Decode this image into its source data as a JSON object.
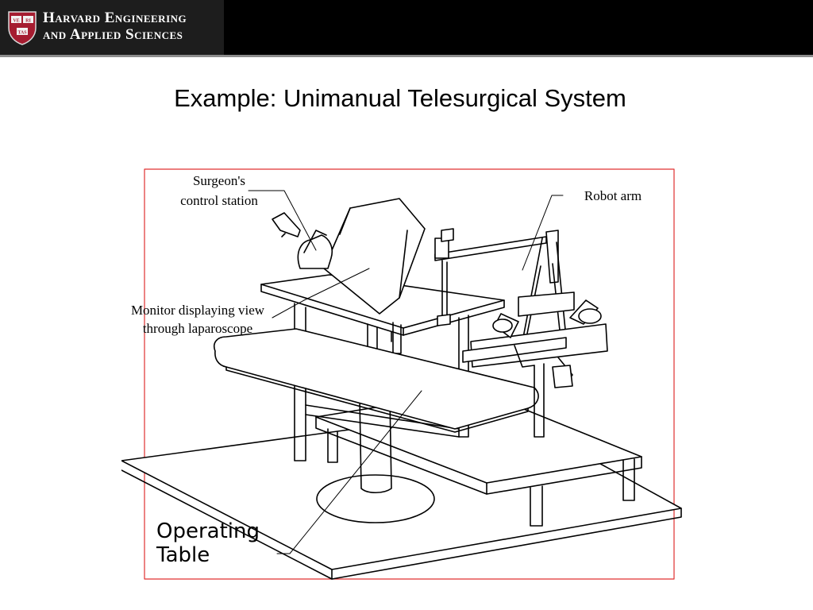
{
  "header": {
    "org_line1": "Harvard Engineering",
    "org_line2": "and Applied Sciences",
    "shield_letters": [
      "VE",
      "RI",
      "TAS"
    ]
  },
  "slide": {
    "title": "Example: Unimanual Telesurgical System"
  },
  "diagram": {
    "labels": {
      "control_station_1": "Surgeon's",
      "control_station_2": "control station",
      "robot_arm": "Robot arm",
      "monitor_1": "Monitor displaying view",
      "monitor_2": "through laparoscope",
      "table_1": "Operating",
      "table_2": "Table"
    }
  },
  "colors": {
    "header_bg": "#000000",
    "header_rule": "#8c8c8c",
    "shield_red": "#a51c30",
    "frame_red": "#e03030"
  }
}
